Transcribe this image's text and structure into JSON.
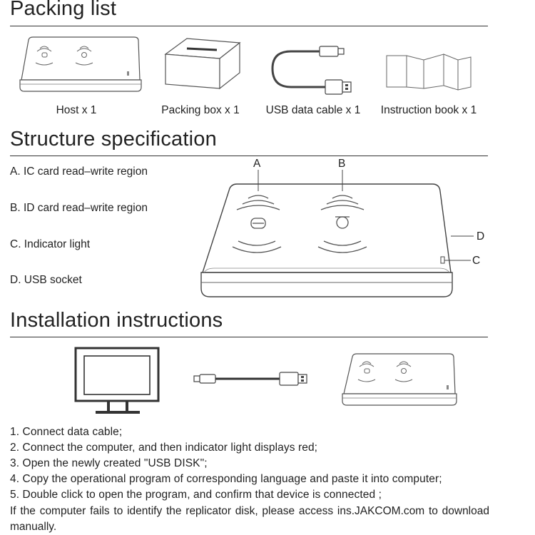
{
  "packing": {
    "title": "Packing list",
    "items": [
      {
        "label": "Host x 1",
        "icon": "card-reader-icon"
      },
      {
        "label": "Packing box x 1",
        "icon": "packing-box-icon"
      },
      {
        "label": "USB data cable x 1",
        "icon": "usb-cable-icon"
      },
      {
        "label": "Instruction book x 1",
        "icon": "instruction-book-icon"
      }
    ]
  },
  "structure": {
    "title": "Structure specification",
    "specs": [
      "A. IC card read–write region",
      "B. ID card read–write region",
      "C. Indicator light",
      "D. USB socket"
    ],
    "callouts": {
      "a": "A",
      "b": "B",
      "c": "C",
      "d": "D"
    }
  },
  "installation": {
    "title": "Installation instructions",
    "steps": [
      "1. Connect data cable;",
      "2. Connect the computer, and then indicator light displays red;",
      "3. Open the newly created \"USB DISK\";",
      "4. Copy the operational program of corresponding language and paste it into computer;",
      "5. Double click to open the program, and confirm that device is connected ;"
    ],
    "note": "If the computer fails to identify the replicator disk, please access ins.JAKCOM.com to download manually."
  }
}
